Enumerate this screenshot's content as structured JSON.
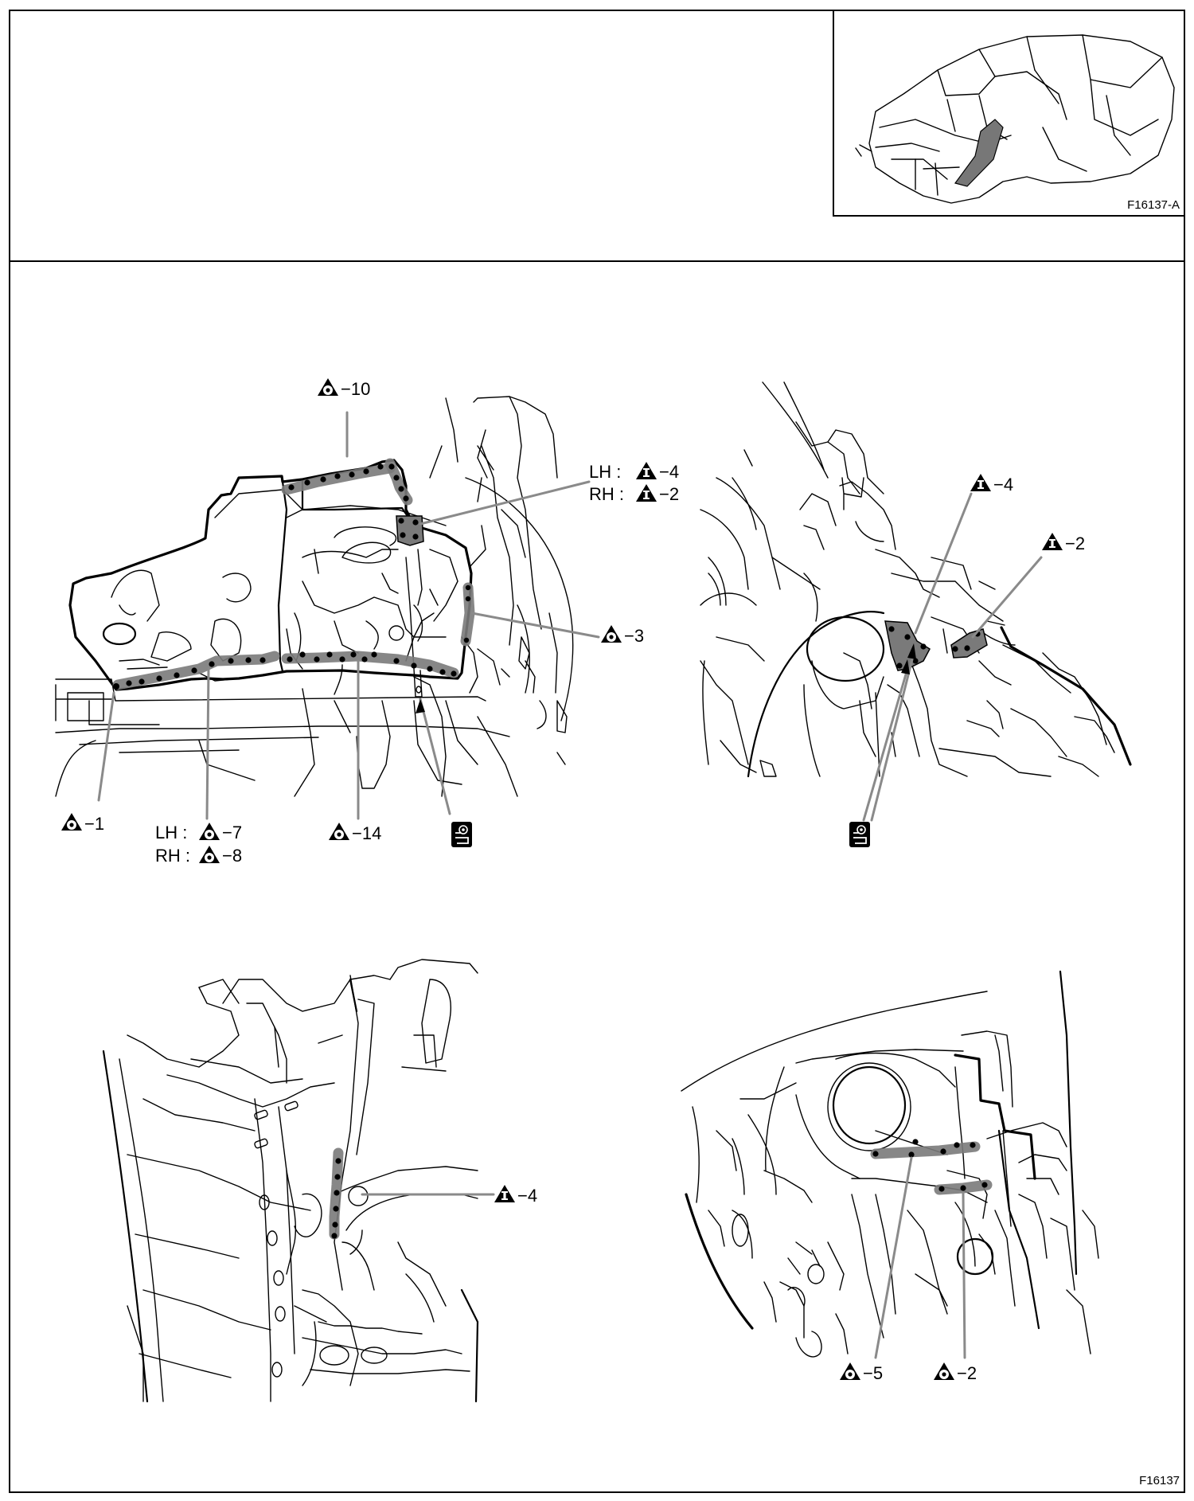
{
  "header": {
    "thumbnail_code": "F16137-A"
  },
  "figure_code": "F16137",
  "views": {
    "top_left": {
      "labels": {
        "c10": "−10",
        "lh4": "LH :",
        "lh4_num": "−4",
        "rh2": "RH :",
        "rh2_num": "−2",
        "c3": "−3",
        "c1": "−1",
        "lh7": "LH :",
        "lh7_num": "−7",
        "rh8": "RH :",
        "rh8_num": "−8",
        "c14": "−14"
      }
    },
    "top_right": {
      "labels": {
        "t4": "−4",
        "t2": "−2"
      }
    },
    "bottom_left": {
      "labels": {
        "t4": "−4"
      }
    },
    "bottom_right": {
      "labels": {
        "c5": "−5",
        "c2": "−2"
      }
    }
  },
  "symbols": {
    "spot_weld": "spot-weld-symbol",
    "plug_weld": "plug-weld-symbol",
    "sealer": "sealer-symbol"
  }
}
